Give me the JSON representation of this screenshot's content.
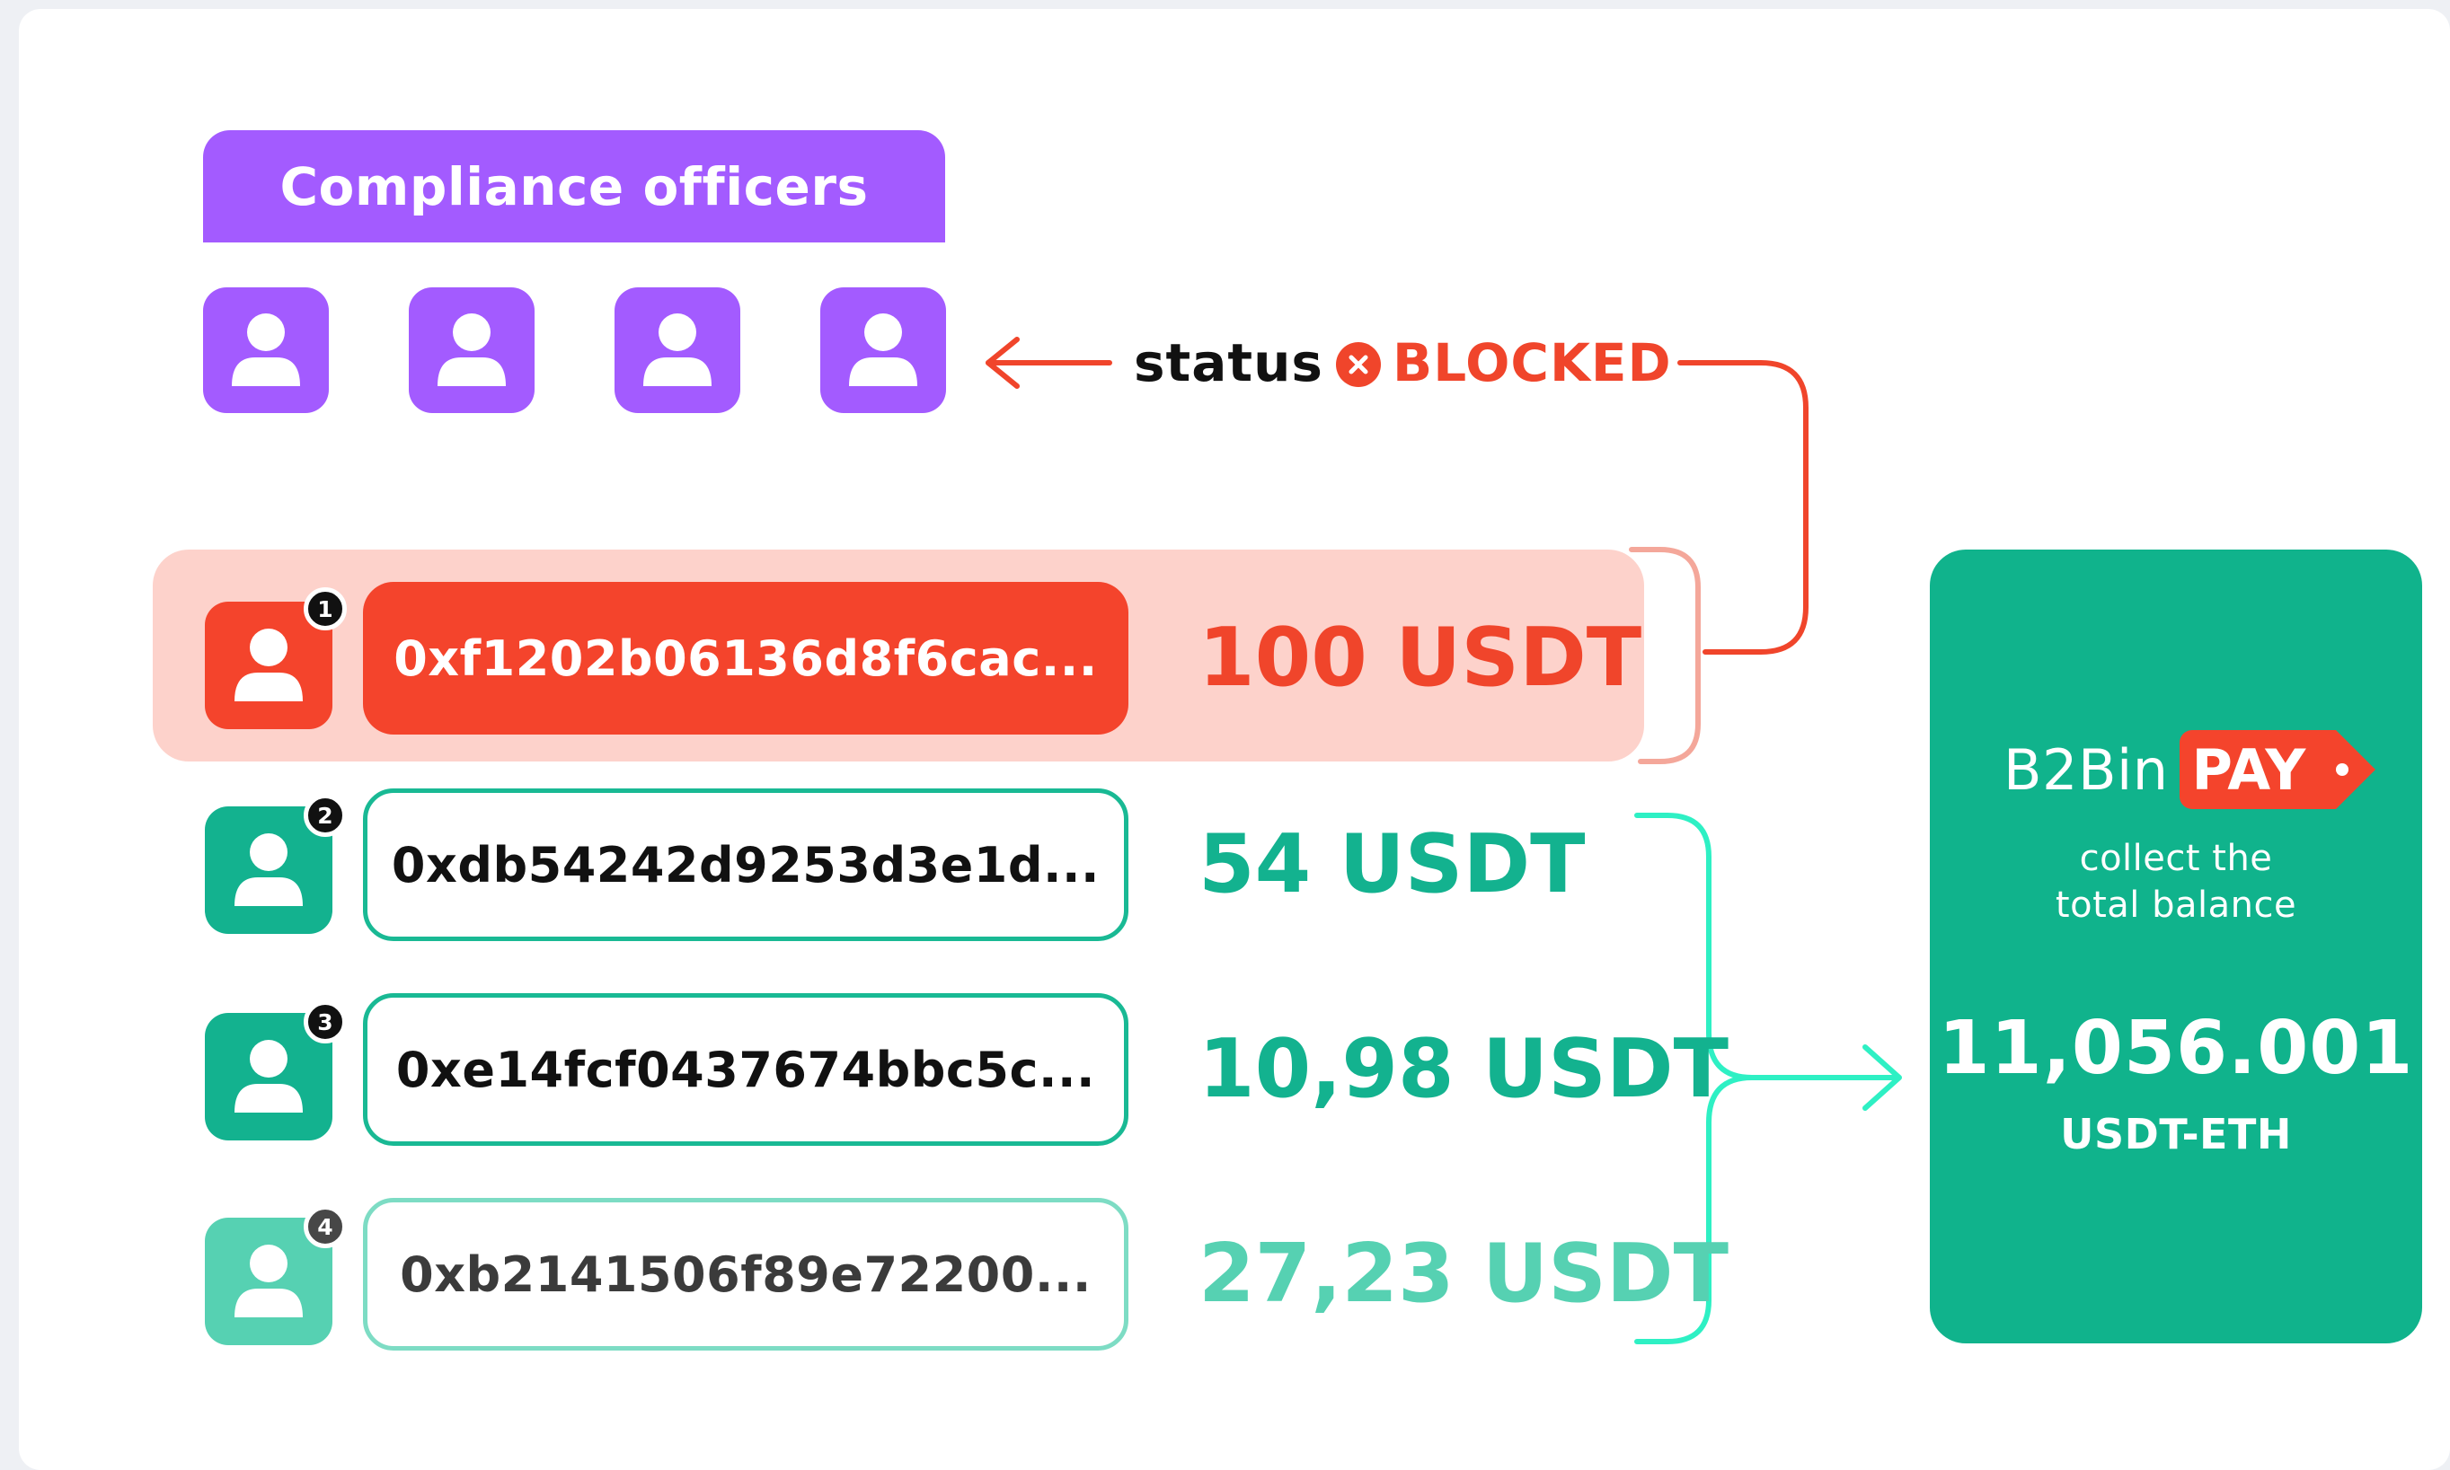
{
  "header": {
    "title": "Compliance officers"
  },
  "officers": [
    {
      "icon": "user-icon"
    },
    {
      "icon": "user-icon"
    },
    {
      "icon": "user-icon"
    },
    {
      "icon": "user-icon"
    }
  ],
  "status": {
    "label": "status",
    "value": "BLOCKED",
    "icon": "x-circle-icon",
    "color": "#f0452b"
  },
  "wallets": [
    {
      "index": "1",
      "address": "0xf1202b06136d8f6cac...",
      "amount": "100 USDT",
      "state": "blocked"
    },
    {
      "index": "2",
      "address": "0xdb54242d9253d3e1d...",
      "amount": "54 USDT",
      "state": "active"
    },
    {
      "index": "3",
      "address": "0xe14fcf0437674bbc5c...",
      "amount": "10,98 USDT",
      "state": "active"
    },
    {
      "index": "4",
      "address": "0xb2141506f89e72200...",
      "amount": "27,23 USDT",
      "state": "active-light"
    }
  ],
  "summary": {
    "brand_prefix": "B2Bin",
    "brand_suffix": "PAY",
    "caption_line1": "collect the",
    "caption_line2": "total balance",
    "total": "11,056.001",
    "currency": "USDT-ETH"
  },
  "colors": {
    "purple": "#a35bff",
    "red": "#f4442c",
    "green": "#13b28f",
    "green_light": "#56d1b2",
    "connector_green": "#2ef0c4"
  }
}
